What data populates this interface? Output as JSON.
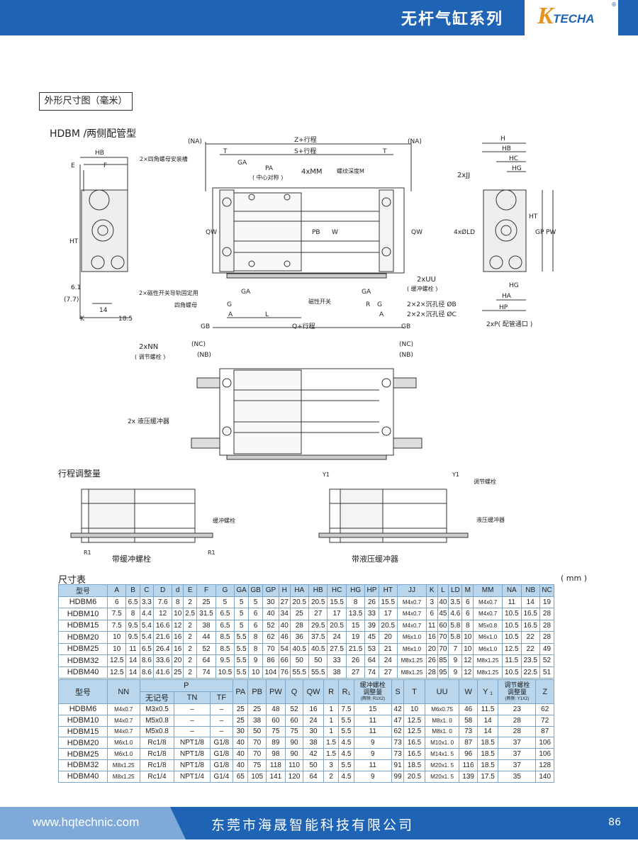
{
  "header": {
    "title": "无杆气缸系列",
    "logo_letter": "K",
    "logo_text": "TECHA",
    "logo_mark": "®"
  },
  "section": {
    "label": "外形尺寸图（毫米）",
    "model_title": "HDBM /两侧配管型"
  },
  "drawing_labels": {
    "na": "(NA)",
    "z_stroke": "Z+行程",
    "s_stroke": "S+行程",
    "t": "T",
    "ga": "GA",
    "pa": "PA",
    "center_sym": "( 中心对称 )",
    "mm": "4xMM",
    "thread_depth": "螺纹深度M",
    "nut_slot": "2×四角螺母安装槽",
    "hb": "HB",
    "e": "E",
    "f": "F",
    "ht": "HT",
    "qw": "QW",
    "pb": "PB",
    "w": "W",
    "switch_rail": "2×磁性开关导轨固定用",
    "square_nut": "四角螺母",
    "magnetic_switch": "磁性开关",
    "uu": "2xUU",
    "cushion_bolt": "( 缓冲螺栓 )",
    "counterbore_b": "2×2×沉孔径 ØB",
    "counterbore_c": "2×2×沉孔径 ØC",
    "g": "G",
    "a": "A",
    "r": "R",
    "l": "L",
    "gb": "GB",
    "q_stroke": "Q+行程",
    "k": "K",
    "dim_77": "(7.7)",
    "dim_61": "6.1",
    "dim_14": "14",
    "dim_185": "18.5",
    "h": "H",
    "hc": "HC",
    "hg": "HG",
    "jj": "2xJJ",
    "ld": "4xØLD",
    "gp": "GP",
    "pw": "PW",
    "ha": "HA",
    "hp": "HP",
    "p_port": "2xP( 配管通口 )",
    "nn": "2xNN",
    "adjust_bolt_p": "( 调节螺栓 )",
    "nc": "(NC)",
    "nb": "(NB)",
    "hydraulic": "2x 液压缓冲器",
    "stroke_adjust": "行程调整量",
    "y1": "Y1",
    "adjust_bolt": "调节螺栓",
    "cushion_bolt2": "缓冲螺栓",
    "hydraulic2": "液压缓冲器",
    "r1": "R1",
    "with_cushion": "带缓冲螺栓",
    "with_hydraulic": "带液压缓冲器"
  },
  "table1": {
    "title": "尺寸表",
    "unit": "( mm )",
    "headers": [
      "型号",
      "A",
      "B",
      "C",
      "D",
      "d",
      "E",
      "F",
      "G",
      "GA",
      "GB",
      "GP",
      "H",
      "HA",
      "HB",
      "HC",
      "HG",
      "HP",
      "HT",
      "JJ",
      "K",
      "L",
      "LD",
      "M",
      "MM",
      "NA",
      "NB",
      "NC"
    ],
    "rows": [
      [
        "HDBM6",
        "6",
        "6.5",
        "3.3",
        "7.6",
        "8",
        "2",
        "25",
        "5",
        "5",
        "5",
        "30",
        "27",
        "20.5",
        "20.5",
        "15.5",
        "8",
        "26",
        "15.5",
        "M4x0.7",
        "3",
        "40",
        "3.5",
        "6",
        "M4x0.7",
        "11",
        "14",
        "19"
      ],
      [
        "HDBM10",
        "7.5",
        "8",
        "4.4",
        "12",
        "10",
        "2.5",
        "31.5",
        "6.5",
        "5",
        "6",
        "40",
        "34",
        "25",
        "27",
        "17",
        "13.5",
        "33",
        "17",
        "M4x0.7",
        "6",
        "45",
        "4.6",
        "6",
        "M4x0.7",
        "10.5",
        "16.5",
        "28"
      ],
      [
        "HDBM15",
        "7.5",
        "9.5",
        "5.4",
        "16.6",
        "12",
        "2",
        "38",
        "6.5",
        "5",
        "6",
        "52",
        "40",
        "28",
        "29.5",
        "20.5",
        "15",
        "39",
        "20.5",
        "M4x0.7",
        "11",
        "60",
        "5.8",
        "8",
        "M5x0.8",
        "10.5",
        "16.5",
        "28"
      ],
      [
        "HDBM20",
        "10",
        "9.5",
        "5.4",
        "21.6",
        "16",
        "2",
        "44",
        "8.5",
        "5.5",
        "8",
        "62",
        "46",
        "36",
        "37.5",
        "24",
        "19",
        "45",
        "20",
        "M6x1.0",
        "16",
        "70",
        "5.8",
        "10",
        "M6x1.0",
        "10.5",
        "22",
        "28"
      ],
      [
        "HDBM25",
        "10",
        "11",
        "6.5",
        "26.4",
        "16",
        "2",
        "52",
        "8.5",
        "5.5",
        "8",
        "70",
        "54",
        "40.5",
        "40.5",
        "27.5",
        "21.5",
        "53",
        "21",
        "M6x1.0",
        "20",
        "70",
        "7",
        "10",
        "M6x1.0",
        "12.5",
        "22",
        "49"
      ],
      [
        "HDBM32",
        "12.5",
        "14",
        "8.6",
        "33.6",
        "20",
        "2",
        "64",
        "9.5",
        "5.5",
        "9",
        "86",
        "66",
        "50",
        "50",
        "33",
        "26",
        "64",
        "24",
        "M8x1.25",
        "26",
        "85",
        "9",
        "12",
        "M8x1.25",
        "11.5",
        "23.5",
        "52"
      ],
      [
        "HDBM40",
        "12.5",
        "14",
        "8.6",
        "41.6",
        "25",
        "2",
        "74",
        "10.5",
        "5.5",
        "10",
        "104",
        "76",
        "55.5",
        "55.5",
        "38",
        "27",
        "74",
        "27",
        "M8x1.25",
        "28",
        "95",
        "9",
        "12",
        "M8x1.25",
        "10.5",
        "22.5",
        "51"
      ]
    ]
  },
  "table2": {
    "h_model": "型号",
    "h_nn": "NN",
    "h_p": "P",
    "h_p_none": "无记号",
    "h_p_tn": "TN",
    "h_p_tf": "TF",
    "h_pa": "PA",
    "h_pb": "PB",
    "h_pw": "PW",
    "h_q": "Q",
    "h_qw": "QW",
    "h_r": "R",
    "h_r1": "R₁",
    "h_cushion": "缓冲螺栓",
    "h_cushion2": "调整量",
    "h_cushion3": "(两侧: R1X2)",
    "h_s": "S",
    "h_t": "T",
    "h_uu": "UU",
    "h_w": "W",
    "h_y1": "Y ₁",
    "h_adjust": "调节螺栓",
    "h_adjust2": "调整量",
    "h_adjust3": "(两侧: Y1X2)",
    "h_z": "Z",
    "rows": [
      [
        "HDBM6",
        "M4x0.7",
        "M3x0.5",
        "–",
        "–",
        "25",
        "25",
        "48",
        "52",
        "16",
        "1",
        "7.5",
        "15",
        "42",
        "10",
        "M6x0.75",
        "46",
        "11.5",
        "23",
        "62"
      ],
      [
        "HDBM10",
        "M4x0.7",
        "M5x0.8",
        "–",
        "–",
        "25",
        "38",
        "60",
        "60",
        "24",
        "1",
        "5.5",
        "11",
        "47",
        "12.5",
        "M8x1. 0",
        "58",
        "14",
        "28",
        "72"
      ],
      [
        "HDBM15",
        "M4x0.7",
        "M5x0.8",
        "–",
        "–",
        "30",
        "50",
        "75",
        "75",
        "30",
        "1",
        "5.5",
        "11",
        "62",
        "12.5",
        "M8x1. 0",
        "73",
        "14",
        "28",
        "87"
      ],
      [
        "HDBM20",
        "M6x1.0",
        "Rc1/8",
        "NPT1/8",
        "G1/8",
        "40",
        "70",
        "89",
        "90",
        "38",
        "1.5",
        "4.5",
        "9",
        "73",
        "16.5",
        "M10x1. 0",
        "87",
        "18.5",
        "37",
        "106"
      ],
      [
        "HDBM25",
        "M6x1.0",
        "Rc1/8",
        "NPT1/8",
        "G1/8",
        "40",
        "70",
        "98",
        "90",
        "42",
        "1.5",
        "4.5",
        "9",
        "73",
        "16.5",
        "M14x1. 5",
        "96",
        "18.5",
        "37",
        "106"
      ],
      [
        "HDBM32",
        "M8x1.25",
        "Rc1/8",
        "NPT1/8",
        "G1/8",
        "40",
        "75",
        "118",
        "110",
        "50",
        "3",
        "5.5",
        "11",
        "91",
        "18.5",
        "M20x1. 5",
        "116",
        "18.5",
        "37",
        "128"
      ],
      [
        "HDBM40",
        "M8x1.25",
        "Rc1/4",
        "NPT1/4",
        "G1/4",
        "65",
        "105",
        "141",
        "120",
        "64",
        "2",
        "4.5",
        "9",
        "99",
        "20.5",
        "M20x1. 5",
        "139",
        "17.5",
        "35",
        "140"
      ]
    ]
  },
  "footer": {
    "url": "www.hqtechnic.com",
    "company": "东莞市海晟智能科技有限公司",
    "page": "86"
  }
}
